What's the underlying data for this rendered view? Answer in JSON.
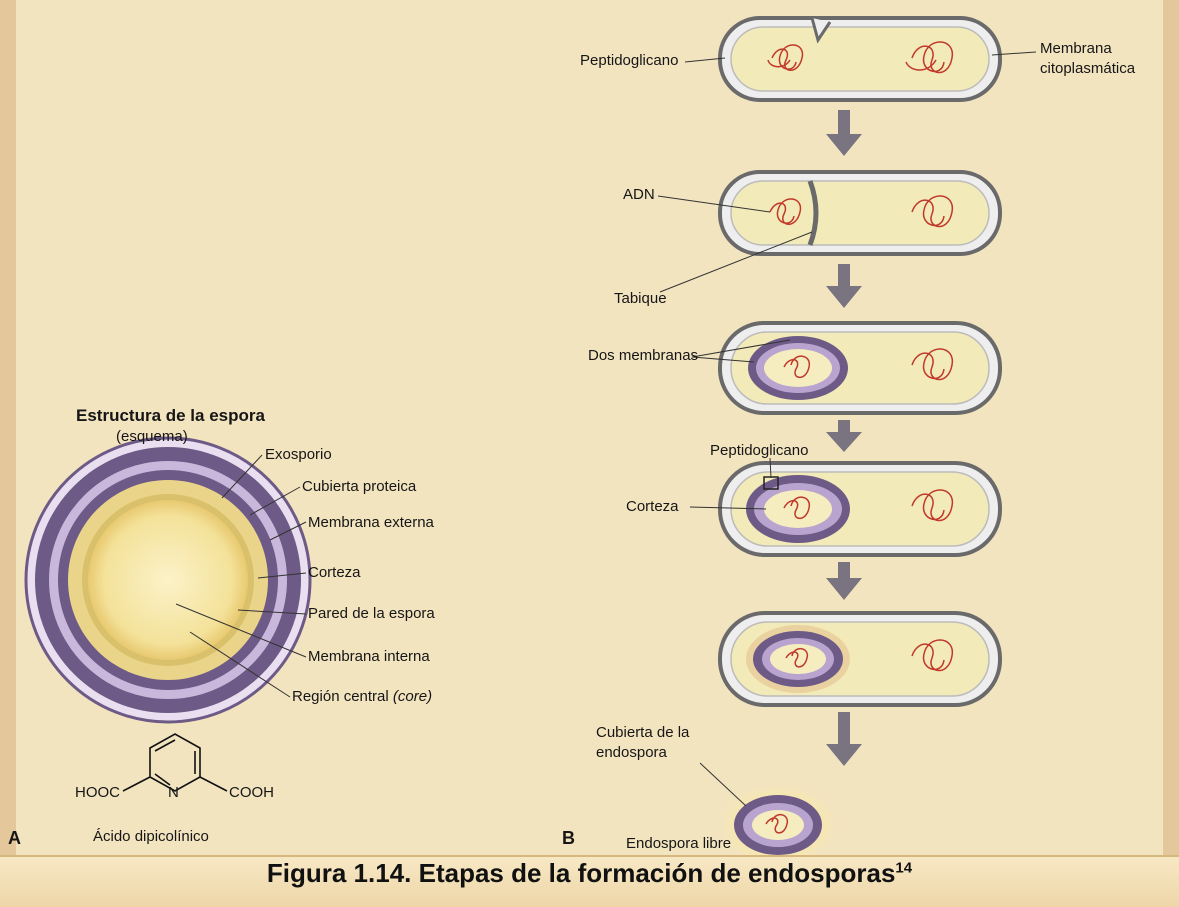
{
  "panel_a": {
    "letter": "A",
    "title": "Estructura de la espora",
    "subtitle": "(esquema)",
    "labels": {
      "exosporio": "Exosporio",
      "cubierta": "Cubierta proteica",
      "membrana_externa": "Membrana externa",
      "corteza": "Corteza",
      "pared": "Pared de la espora",
      "membrana_interna": "Membrana interna",
      "region_central": "Región central",
      "core": "(core)"
    },
    "molecule": {
      "left": "HOOC",
      "n": "N",
      "right": "COOH",
      "name": "Ácido dipicolínico"
    }
  },
  "panel_b": {
    "letter": "B",
    "labels": {
      "peptidoglicano": "Peptidoglicano",
      "membrana_1": "Membrana",
      "membrana_2": "citoplasmática",
      "adn": "ADN",
      "tabique": "Tabique",
      "dos_membranas": "Dos membranas",
      "peptidoglicano2": "Peptidoglicano",
      "corteza": "Corteza",
      "cubierta_1": "Cubierta de la",
      "cubierta_2": "endospora",
      "libre": "Endospora libre"
    }
  },
  "caption": {
    "text": "Figura 1.14. Etapas de la formación de endosporas",
    "ref": "14"
  },
  "colors": {
    "cell_fill": "#f2eab8",
    "cell_border": "#7a7a7a",
    "spore_outer": "#6e5a86",
    "spore_inner": "#b9a4cf",
    "dna": "#c0392b",
    "arrow": "#7a7480"
  }
}
